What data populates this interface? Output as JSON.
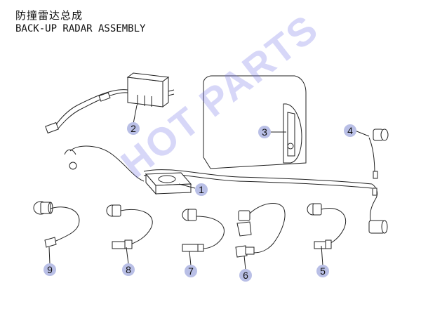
{
  "header": {
    "title_cn": "防撞雷达总成",
    "title_en": "BACK-UP RADAR ASSEMBLY"
  },
  "callouts": [
    "1",
    "2",
    "3",
    "4",
    "5",
    "6",
    "7",
    "8",
    "9"
  ],
  "watermark": "HOT PARTS",
  "colors": {
    "callout_fill": "#b9bfe6",
    "watermark": "#6e6ee6",
    "line": "#222222"
  }
}
